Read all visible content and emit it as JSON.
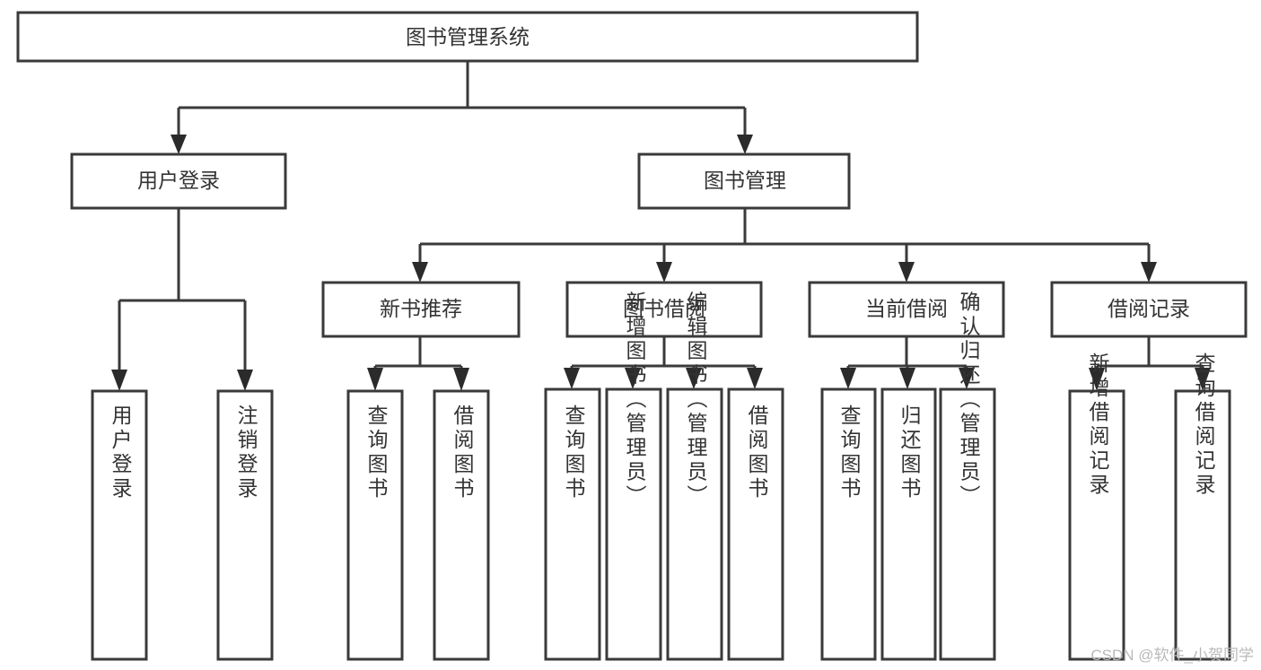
{
  "diagram": {
    "type": "tree-hierarchy-flowchart",
    "orientation": "top-down",
    "root": {
      "id": "root",
      "label": "图书管理系统"
    },
    "level1": [
      {
        "id": "user-login",
        "label": "用户登录"
      },
      {
        "id": "book-management",
        "label": "图书管理"
      }
    ],
    "level2": [
      {
        "id": "new-book-recommend",
        "label": "新书推荐",
        "parent": "book-management"
      },
      {
        "id": "book-borrow",
        "label": "图书借阅",
        "parent": "book-management"
      },
      {
        "id": "current-borrow",
        "label": "当前借阅",
        "parent": "book-management"
      },
      {
        "id": "borrow-record",
        "label": "借阅记录",
        "parent": "book-management"
      }
    ],
    "leaves": [
      {
        "id": "leaf-user-login",
        "label": "用户登录",
        "parent": "user-login"
      },
      {
        "id": "leaf-logout-login",
        "label": "注销登录",
        "parent": "user-login"
      },
      {
        "id": "leaf-query-book-1",
        "label": "查询图书",
        "parent": "new-book-recommend"
      },
      {
        "id": "leaf-borrow-book-1",
        "label": "借阅图书",
        "parent": "new-book-recommend"
      },
      {
        "id": "leaf-query-book-2",
        "label": "查询图书",
        "parent": "book-borrow"
      },
      {
        "id": "leaf-add-book",
        "label": "新增图书（管理员）",
        "parent": "book-borrow"
      },
      {
        "id": "leaf-edit-book",
        "label": "编辑图书（管理员）",
        "parent": "book-borrow"
      },
      {
        "id": "leaf-borrow-book-2",
        "label": "借阅图书",
        "parent": "book-borrow"
      },
      {
        "id": "leaf-query-book-3",
        "label": "查询图书",
        "parent": "current-borrow"
      },
      {
        "id": "leaf-return-book",
        "label": "归还图书",
        "parent": "current-borrow"
      },
      {
        "id": "leaf-confirm-return",
        "label": "确认归还（管理员）",
        "parent": "current-borrow"
      },
      {
        "id": "leaf-add-record",
        "label": "新增借阅记录",
        "parent": "borrow-record"
      },
      {
        "id": "leaf-query-record",
        "label": "查询借阅记录",
        "parent": "borrow-record"
      }
    ],
    "colors": {
      "box_fill": "#ffffff",
      "box_stroke": "#3a3a3a",
      "text": "#333333",
      "background": "#ffffff",
      "watermark": "#b9b9b9"
    }
  },
  "watermark": {
    "text": "CSDN @软件_小贺同学"
  }
}
